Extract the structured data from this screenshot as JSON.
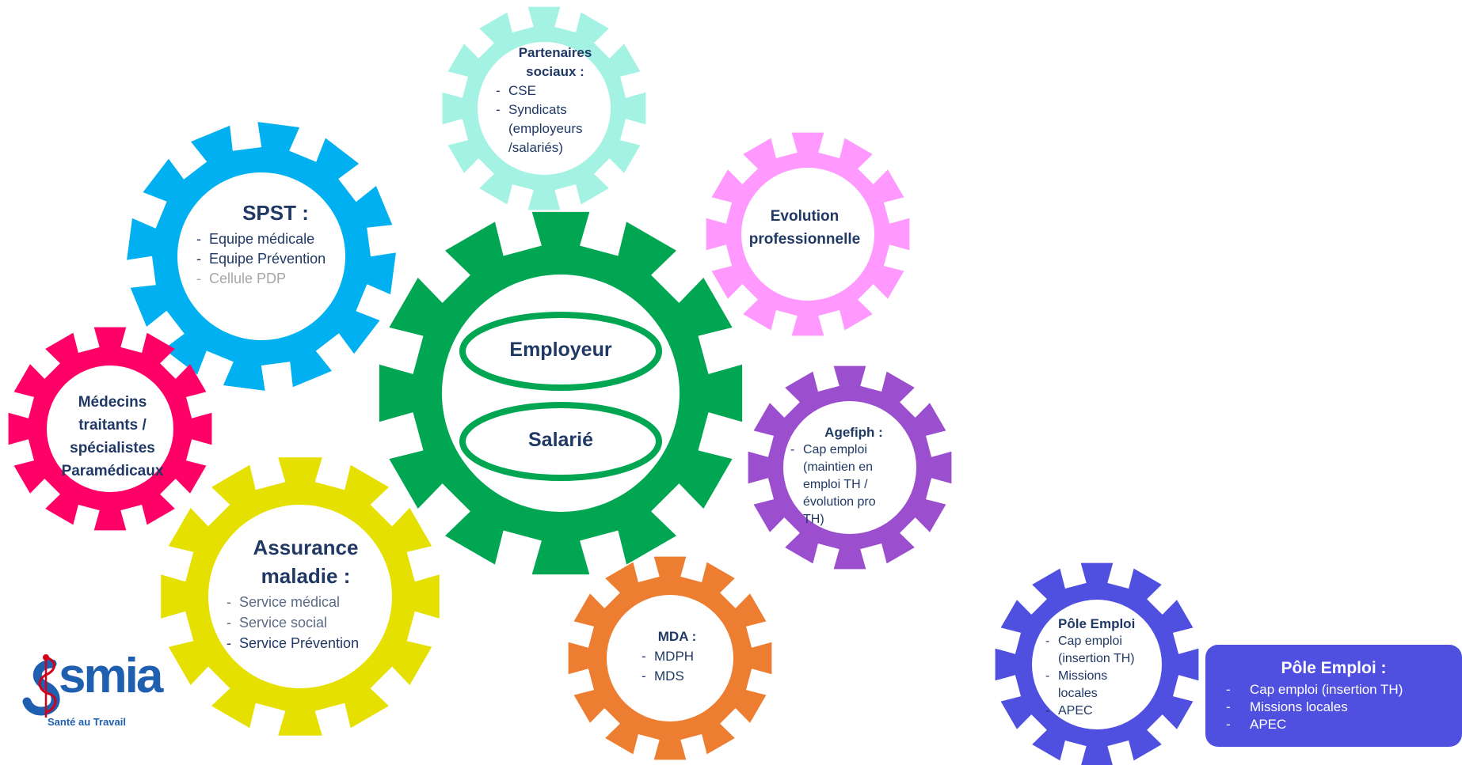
{
  "colors": {
    "text": "#1f3864",
    "employeur_gear": "#00a651",
    "spst_gear": "#00b0f0",
    "partenaires_gear": "#a3f2e4",
    "evolution_gear": "#ff99ff",
    "agefiph_gear": "#9b4fcf",
    "medecins_gear": "#ff0066",
    "assurance_gear": "#e5e000",
    "mda_gear": "#ed7d31",
    "pole_emploi_gear": "#4f4fe0",
    "logo": "#1f5fb0",
    "logo_accent": "#d0021b"
  },
  "center": {
    "employeur": "Employeur",
    "salarie": "Salarié"
  },
  "spst": {
    "title": "SPST :",
    "items": [
      "Equipe médicale",
      "Equipe Prévention",
      "Cellule PDP"
    ]
  },
  "partenaires": {
    "title_line1": "Partenaires",
    "title_line2": "sociaux :",
    "items": [
      "CSE",
      "Syndicats",
      "(employeurs",
      "/salariés)"
    ]
  },
  "evolution": {
    "line1": "Evolution",
    "line2": "professionnelle"
  },
  "agefiph": {
    "title": "Agefiph :",
    "items": [
      "Cap emploi",
      "(maintien en",
      "emploi TH /",
      "évolution pro",
      "TH)"
    ]
  },
  "medecins": {
    "lines": [
      "Médecins",
      "traitants /",
      "spécialistes",
      "Paramédicaux"
    ]
  },
  "assurance": {
    "title_line1": "Assurance",
    "title_line2": "maladie :",
    "items": [
      "Service médical",
      "Service social",
      "Service Prévention"
    ]
  },
  "mda": {
    "title": "MDA :",
    "items": [
      "MDPH",
      "MDS"
    ]
  },
  "pole_emploi_gear": {
    "title": "Pôle Emploi",
    "items": [
      "Cap emploi",
      "(insertion TH)",
      "Missions",
      "locales",
      "APEC"
    ]
  },
  "pole_emploi_box": {
    "title": "Pôle Emploi :",
    "items": [
      "Cap emploi (insertion TH)",
      "Missions locales",
      "APEC"
    ]
  },
  "logo": {
    "name": "smia",
    "tagline": "Santé au Travail"
  }
}
